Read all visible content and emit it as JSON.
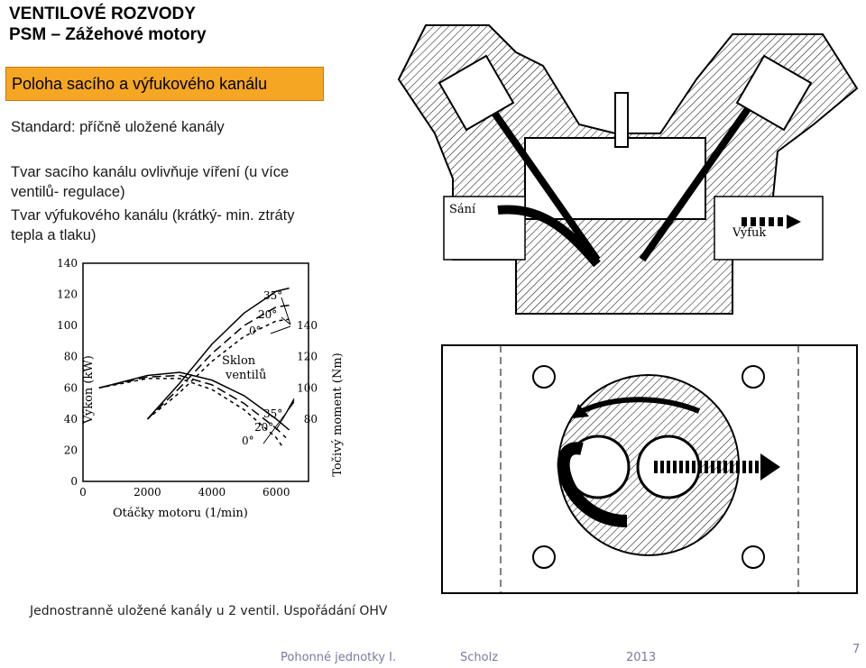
{
  "header": {
    "title_line1": "VENTILOVÉ ROZVODY",
    "title_line2": "PSM – Zážehové motory"
  },
  "subtitle": "Poloha  sacího a výfukového kanálu",
  "body": {
    "line1": "Standard: příčně uložené kanály",
    "line2": "Tvar sacího kanálu ovlivňuje víření (u více",
    "line3": "ventilů- regulace)",
    "line4": "Tvar výfukového kanálu (krátký- min. ztráty",
    "line5": "tepla a tlaku)"
  },
  "chart": {
    "y_left_ticks": [
      "140",
      "120",
      "100",
      "80",
      "60",
      "40",
      "20",
      "0"
    ],
    "y_right_ticks": [
      "140",
      "120",
      "100",
      "80"
    ],
    "x_ticks": [
      "0",
      "2000",
      "4000",
      "6000"
    ],
    "xlabel": "Otáčky motoru (1/min)",
    "ylabel_left": "Výkon (kW)",
    "ylabel_right": "Točivý moment (Nm)",
    "annotation_line1": "Sklon",
    "annotation_line2": "ventilů",
    "angles_top": [
      "35°",
      "20°",
      "0°"
    ],
    "angles_bottom": [
      "35°",
      "20°",
      "0°"
    ]
  },
  "chart_data": {
    "type": "line",
    "xlabel": "Otáčky motoru (1/min)",
    "ylabel": "Výkon (kW)",
    "y2label": "Točivý moment (Nm)",
    "xlim": [
      0,
      7000
    ],
    "ylim": [
      0,
      140
    ],
    "series": [
      {
        "name": "35°",
        "x": [
          2000,
          3000,
          4000,
          5000,
          6000,
          6400
        ],
        "y": [
          40,
          63,
          88,
          108,
          122,
          124
        ]
      },
      {
        "name": "20°",
        "x": [
          2000,
          3000,
          4000,
          5000,
          6000,
          6400
        ],
        "y": [
          40,
          60,
          82,
          100,
          112,
          113
        ]
      },
      {
        "name": "0°",
        "x": [
          2000,
          3000,
          4000,
          5000,
          6000,
          6400
        ],
        "y": [
          40,
          57,
          77,
          93,
          103,
          104
        ]
      }
    ]
  },
  "engine_labels": {
    "intake": "Sání",
    "exhaust": "Výfuk"
  },
  "caption": "Jednostranně uložené kanály u 2 ventil. Uspořádání OHV",
  "footer": {
    "course": "Pohonné jednotky I.",
    "author": "Scholz",
    "year": "2013",
    "page": "7"
  },
  "colors": {
    "subtitle_bg": "#f5a623",
    "footer_text": "#7a7aa0"
  }
}
